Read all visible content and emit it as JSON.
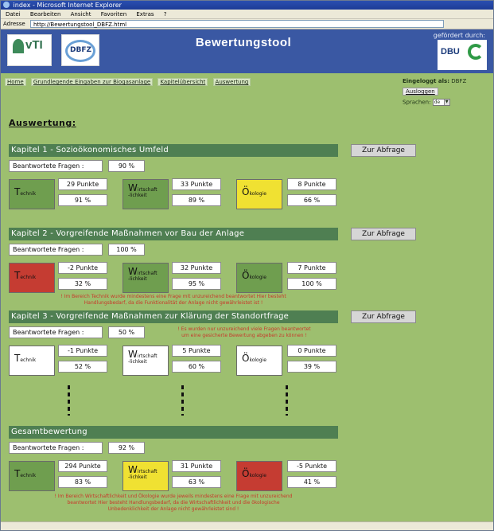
{
  "browser": {
    "title": "index - Microsoft Internet Explorer",
    "menu": [
      "Datei",
      "Bearbeiten",
      "Ansicht",
      "Favoriten",
      "Extras",
      "?"
    ],
    "address_label": "Adresse",
    "address_url": "http://Bewertungstool_DBFZ.html"
  },
  "header": {
    "title": "Bewertungstool",
    "funded_by": "gefördert durch:",
    "logo_vti": "vTI",
    "logo_dbfz": "DBFZ",
    "logo_dbu": "DBU"
  },
  "nav": {
    "links": [
      "Home",
      "Grundlegende Eingaben zur Biogasanlage",
      "Kapitelübersicht",
      "Auswertung"
    ]
  },
  "login": {
    "label": "Eingeloggt als:",
    "user": "DBFZ",
    "logout": "Ausloggen",
    "lang_label": "Sprachen:",
    "lang_value": "de"
  },
  "main": {
    "heading": "Auswertung:",
    "answered_label": "Beantwortete Fragen :",
    "abfrage_label": "Zur Abfrage",
    "categories": {
      "technik": "Technik",
      "wirtschaft_1": "Wirtschaft",
      "wirtschaft_2": "-lichkeit",
      "oekologie": "Ökologie"
    },
    "chapters": [
      {
        "title": "Kapitel 1 - Sozioökonomisches Umfeld",
        "answered": "90 %",
        "technik": {
          "punkte": "29 Punkte",
          "pct": "91 %",
          "color": "#6f9e4f"
        },
        "wirtschaft": {
          "punkte": "33 Punkte",
          "pct": "89 %",
          "color": "#6f9e4f"
        },
        "oekologie": {
          "punkte": "8 Punkte",
          "pct": "66 %",
          "color": "#f0e132"
        },
        "warning": ""
      },
      {
        "title": "Kapitel 2 - Vorgreifende Maßnahmen vor Bau der Anlage",
        "answered": "100 %",
        "technik": {
          "punkte": "-2 Punkte",
          "pct": "32 %",
          "color": "#c53c32"
        },
        "wirtschaft": {
          "punkte": "32 Punkte",
          "pct": "95 %",
          "color": "#6f9e4f"
        },
        "oekologie": {
          "punkte": "7 Punkte",
          "pct": "100 %",
          "color": "#6f9e4f"
        },
        "warning_1": "! Im Bereich Technik wurde mindestens eine Frage mit unzureichend beantwortet Hier besteht",
        "warning_2": "Handlungsbedarf, da die Funktionalität der Anlage nicht gewährleistet ist !"
      },
      {
        "title": "Kapitel 3 - Vorgreifende Maßnahmen zur Klärung der Standortfrage",
        "answered": "50 %",
        "technik": {
          "punkte": "-1 Punkte",
          "pct": "52 %",
          "color": "#ffffff"
        },
        "wirtschaft": {
          "punkte": "5 Punkte",
          "pct": "60 %",
          "color": "#ffffff"
        },
        "oekologie": {
          "punkte": "0 Punkte",
          "pct": "39 %",
          "color": "#ffffff"
        },
        "warning_1": "! Es wurden nur unzureichend viele Fragen beantwortet",
        "warning_2": "um eine gesicherte Bewertung abgeben zu können !"
      }
    ],
    "total": {
      "title": "Gesamtbewertung",
      "answered": "92 %",
      "technik": {
        "punkte": "294 Punkte",
        "pct": "83 %",
        "color": "#6f9e4f"
      },
      "wirtschaft": {
        "punkte": "31 Punkte",
        "pct": "63 %",
        "color": "#f0e132"
      },
      "oekologie": {
        "punkte": "-5 Punkte",
        "pct": "41 %",
        "color": "#c53c32"
      },
      "warning_1": "! Im Bereich Wirtschaftlichkeit und Ökologie wurde jeweils mindestens eine Frage mit unzureichend",
      "warning_2": "beantwortet Hier besteht Handlungsbedarf, da die Wirtschaftlichkeit und die ökologische",
      "warning_3": "Unbedenklichkeit der Anlage nicht gewährleistet sind !"
    }
  }
}
